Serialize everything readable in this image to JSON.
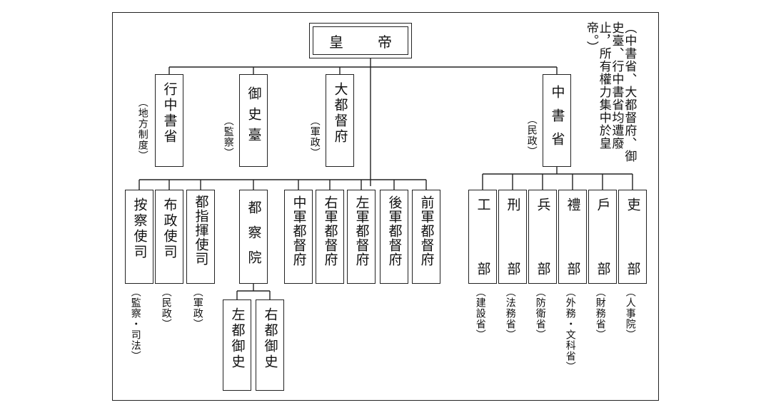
{
  "emperor": "皇　帝",
  "level1": [
    {
      "name": "行中書省",
      "note": "︵地方制度︶"
    },
    {
      "name": "御史臺",
      "note": "︵監察︶"
    },
    {
      "name": "大都督府",
      "note": "︵軍政︶"
    },
    {
      "name": "中書省",
      "note": "︵民政︶"
    }
  ],
  "remark": "︵中書省、大都督府、御史臺、行中書省均遭廢止，所有權力集中於皇帝。︶",
  "left_group": [
    {
      "name": "按察使司",
      "note": "︵監察・司法︶"
    },
    {
      "name": "布政使司",
      "note": "︵民政︶"
    },
    {
      "name": "都指揮使司",
      "note": "︵軍政︶"
    }
  ],
  "censorate": {
    "name": "都察院",
    "children": [
      "左都御史",
      "右都御史"
    ]
  },
  "military_commissions": [
    "中軍都督府",
    "右軍都督府",
    "左軍都督府",
    "後軍都督府",
    "前軍都督府"
  ],
  "ministries": [
    {
      "top": "工",
      "bottom": "部",
      "note": "︵建設省︶"
    },
    {
      "top": "刑",
      "bottom": "部",
      "note": "︵法務省︶"
    },
    {
      "top": "兵",
      "bottom": "部",
      "note": "︵防衛省︶"
    },
    {
      "top": "禮",
      "bottom": "部",
      "note": "︵外務・文科省︶"
    },
    {
      "top": "戶",
      "bottom": "部",
      "note": "︵財務省︶"
    },
    {
      "top": "吏",
      "bottom": "部",
      "note": "︵人事院︶"
    }
  ]
}
